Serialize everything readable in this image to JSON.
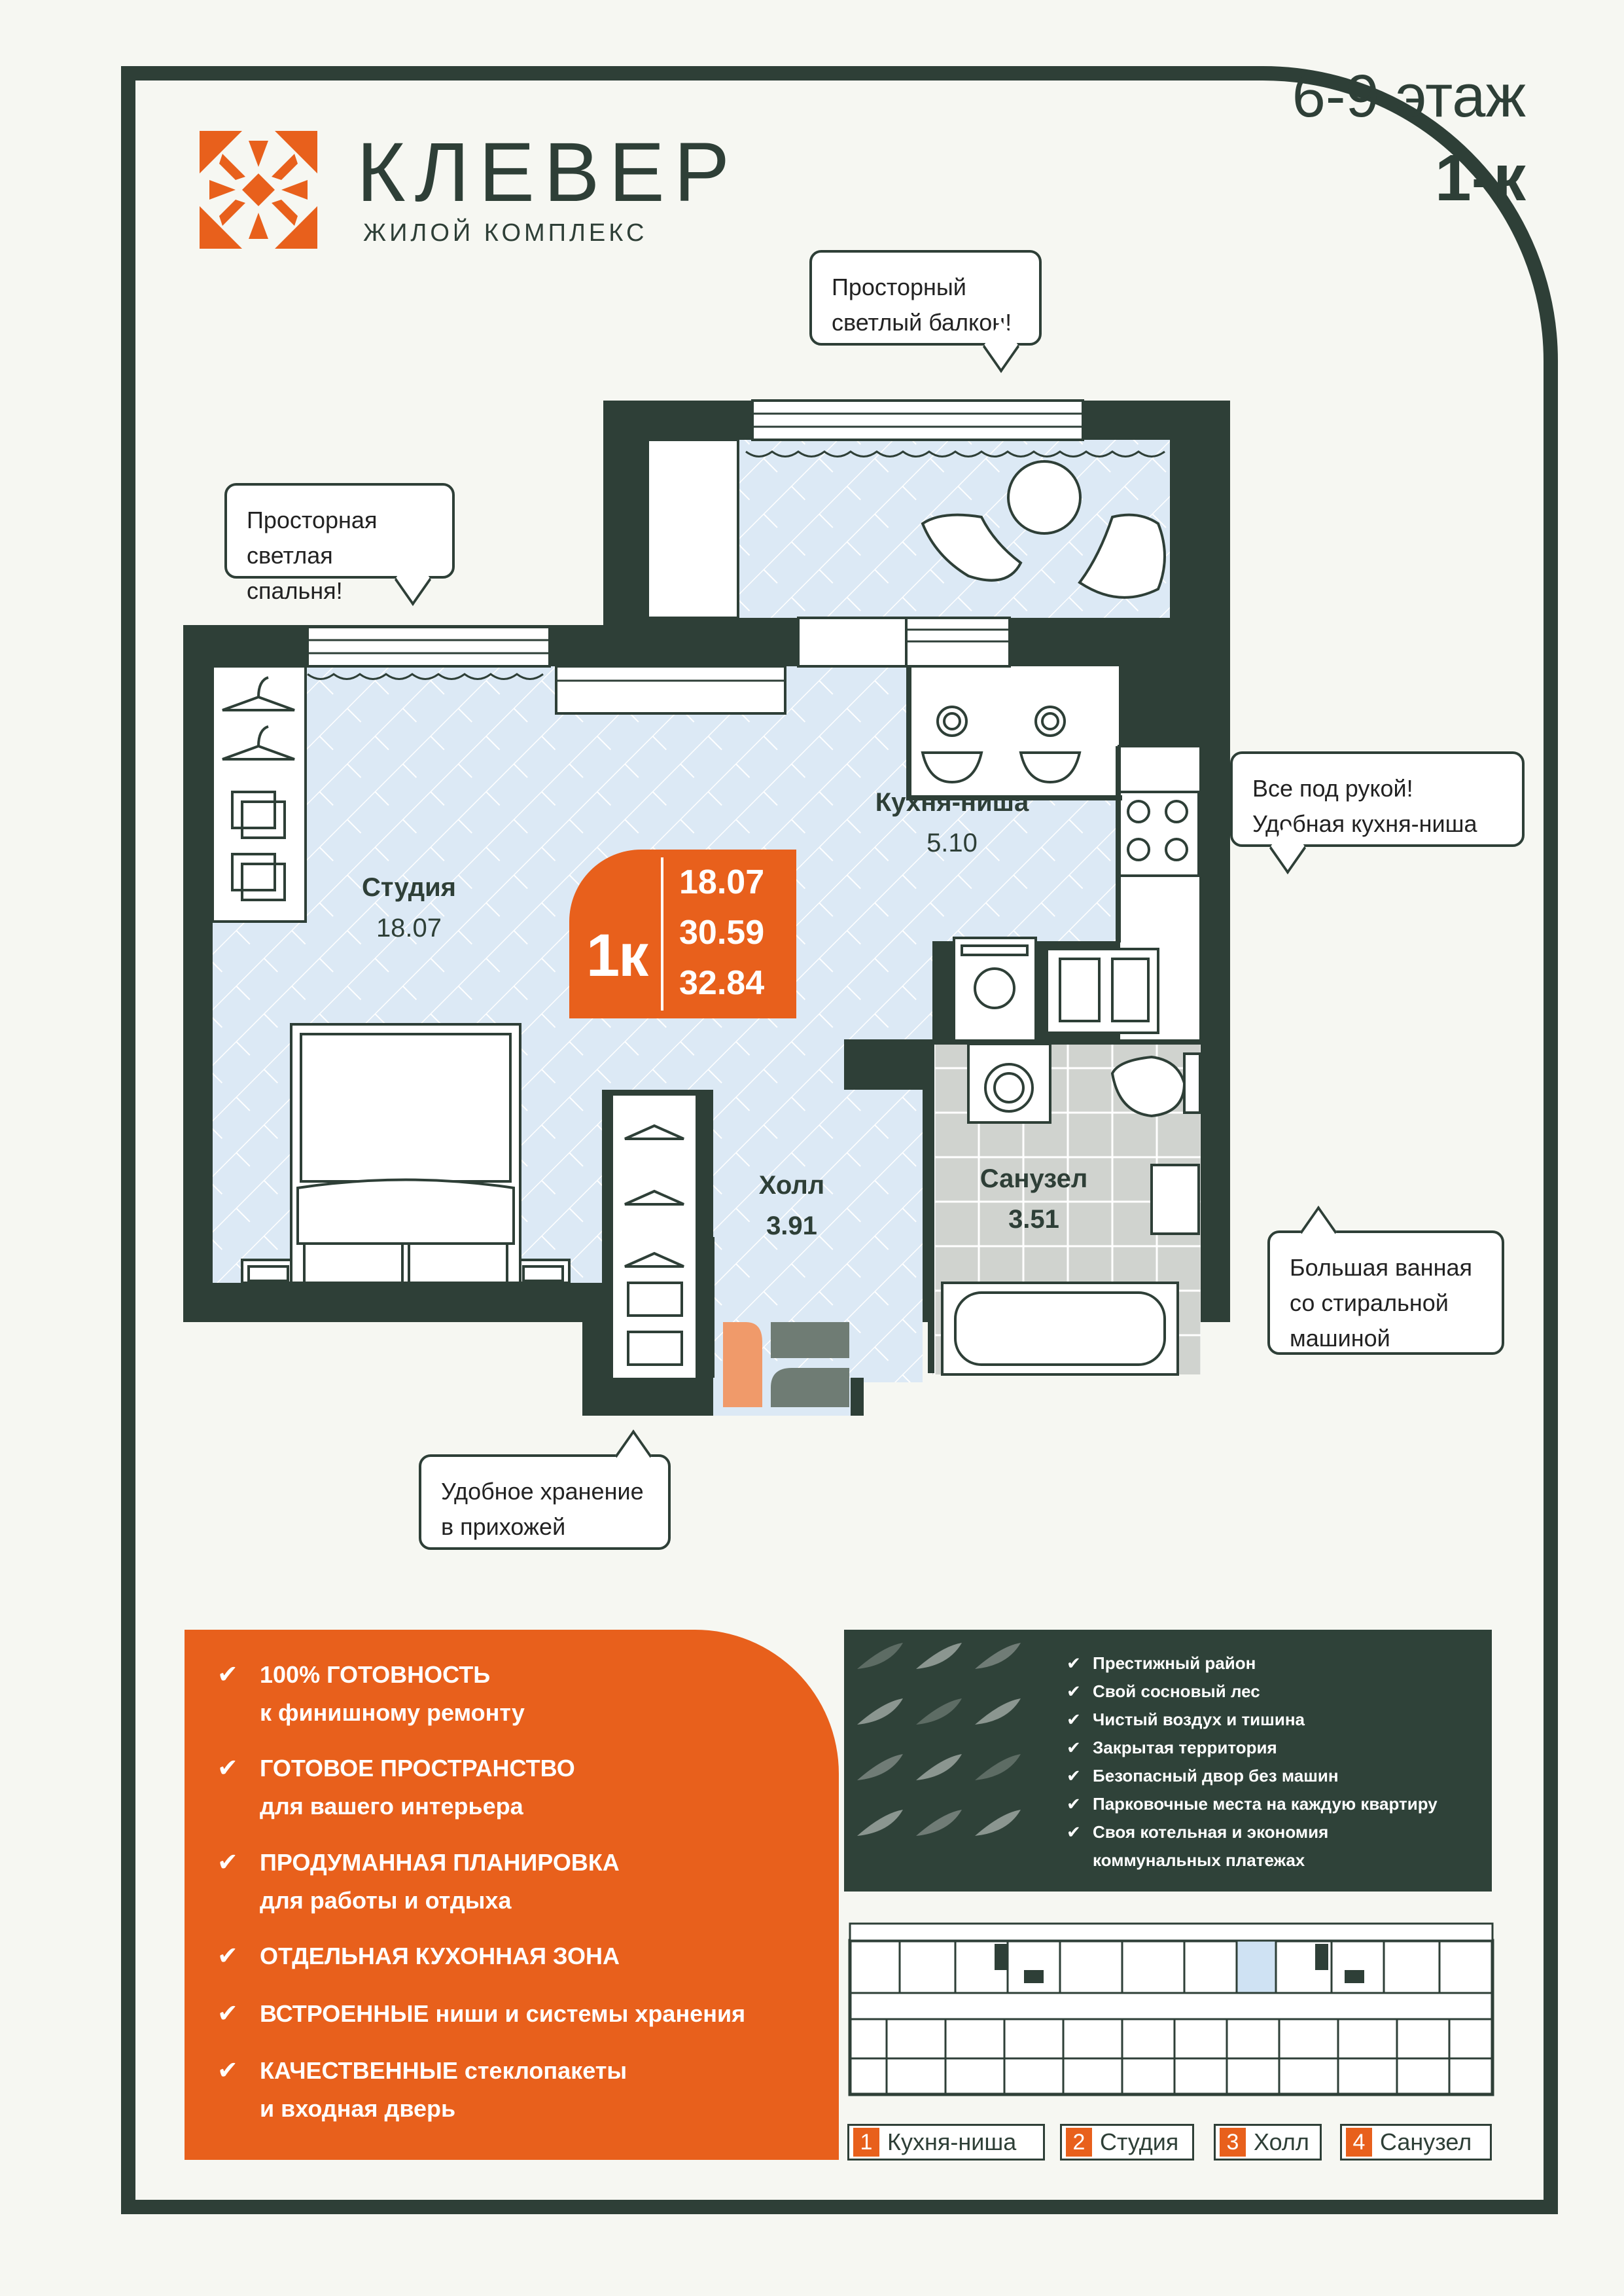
{
  "brand": {
    "name": "КЛЕВЕР",
    "subtitle": "ЖИЛОЙ КОМПЛЕКС",
    "logo_icon": "clover-logo-icon"
  },
  "floor": "6-9 этаж",
  "flat_type": "1-к",
  "bubbles": {
    "balcony": [
      "Просторный",
      "светлый балкон!"
    ],
    "bedroom": [
      "Просторная",
      "светлая спальня!"
    ],
    "kitchen": [
      "Все под рукой!",
      "Удобная кухня-ниша"
    ],
    "bathroom": [
      "Большая ванная",
      "со стиральной",
      "машиной"
    ],
    "hall": [
      "Удобное хранение",
      "в прихожей"
    ]
  },
  "rooms": {
    "studio": {
      "name": "Студия",
      "area": "18.07"
    },
    "kitchen": {
      "name": "Кухня-ниша",
      "area": "5.10"
    },
    "hall": {
      "name": "Холл",
      "area": "3.91"
    },
    "bathroom": {
      "name": "Санузел",
      "area": "3.51"
    }
  },
  "area_badge": {
    "type": "1к",
    "living": "18.07",
    "total": "30.59",
    "total_with_balcony": "32.84"
  },
  "features": [
    {
      "title": "100% ГОТОВНОСТЬ",
      "sub": "к финишному ремонту"
    },
    {
      "title": "ГОТОВОЕ ПРОСТРАНСТВО",
      "sub": "для вашего интерьера"
    },
    {
      "title": "ПРОДУМАННАЯ ПЛАНИРОВКА",
      "sub": "для работы и отдыха"
    },
    {
      "title": "ОТДЕЛЬНАЯ КУХОННАЯ ЗОНА",
      "sub": ""
    },
    {
      "title": "ВСТРОЕННЫЕ",
      "rest": " ниши и системы хранения"
    },
    {
      "title": "КАЧЕСТВЕННЫЕ",
      "rest": " стеклопакеты",
      "sub": "и входная дверь"
    }
  ],
  "benefits": [
    "Престижный район",
    "Свой сосновый лес",
    "Чистый воздух и тишина",
    "Закрытая территория",
    "Безопасный двор без машин",
    "Парковочные места на каждую квартиру",
    "Своя котельная и экономия",
    "коммунальных платежах"
  ],
  "legend": [
    {
      "num": "1",
      "label": "Кухня-ниша"
    },
    {
      "num": "2",
      "label": "Студия"
    },
    {
      "num": "3",
      "label": "Холл"
    },
    {
      "num": "4",
      "label": "Санузел"
    }
  ],
  "colors": {
    "dark_green": "#2e3f37",
    "orange": "#e8601c",
    "floor_blue": "#dce9f5",
    "tile_gray": "#d0d3cf",
    "background": "#f6f7f2"
  }
}
